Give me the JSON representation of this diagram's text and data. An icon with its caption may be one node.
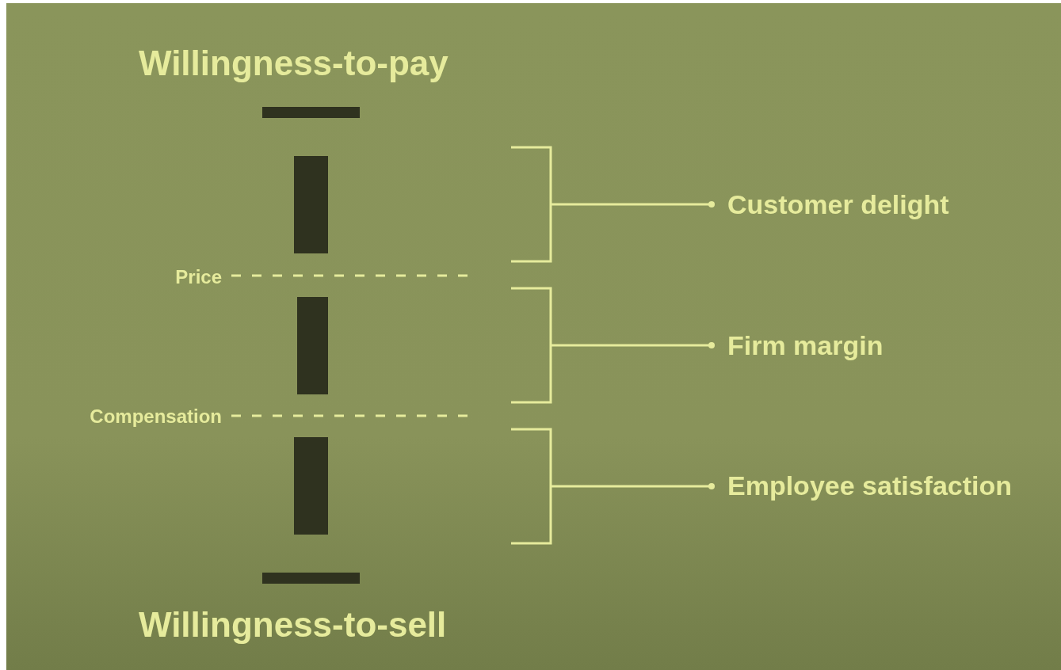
{
  "diagram": {
    "nodes": [
      {
        "text": [],
        "shape": "bracket"
      },
      {
        "text": [
          "Customer delight"
        ]
      },
      {
        "text": [],
        "shape": "bracket"
      },
      {
        "text": [
          "Firm margin"
        ]
      },
      {
        "text": [],
        "shape": "bracket"
      },
      {
        "text": [
          "Employee satisfaction"
        ]
      }
    ],
    "edges": [
      {
        "from": 1,
        "to": 0,
        "arrow": "other"
      },
      {
        "from": 3,
        "to": 2,
        "arrow": "other"
      },
      {
        "from": 5,
        "to": 4,
        "arrow": "other"
      }
    ],
    "labels": [
      "Willingness-to-pay",
      "Price",
      "Compensation",
      "Willingness-to-sell"
    ]
  }
}
